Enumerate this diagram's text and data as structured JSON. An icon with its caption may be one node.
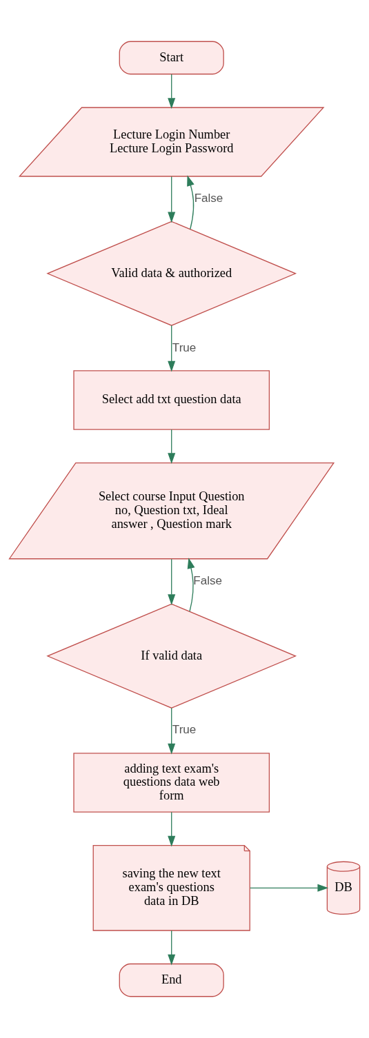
{
  "diagram": {
    "nodes": [
      {
        "text": [
          "Start"
        ]
      },
      {
        "text": [
          "Lecture Login Number Lecture Login Password"
        ]
      },
      {
        "text": [
          "Valid data & authorized"
        ]
      },
      {
        "text": [
          "Select add txt question data"
        ]
      },
      {
        "text": [
          "Select course Input Question no, Question txt, Ideal answer , Question mark"
        ]
      },
      {
        "text": [
          "If valid data"
        ]
      },
      {
        "text": [
          "adding text exam's questions data web form"
        ]
      },
      {
        "text": [
          "saving the new text exam's questions data in DB"
        ]
      },
      {
        "text": [
          "DB"
        ]
      },
      {
        "text": [
          "End"
        ]
      }
    ],
    "edges": [
      {
        "from": 0,
        "to": 1,
        "arrow": "to"
      },
      {
        "from": 1,
        "to": 2,
        "arrow": "to"
      },
      {
        "from": 2,
        "to": 1,
        "arrow": "to",
        "label": "False"
      },
      {
        "from": 2,
        "to": 3,
        "arrow": "to",
        "label": "True"
      },
      {
        "from": 3,
        "to": 4,
        "arrow": "to"
      },
      {
        "from": 4,
        "to": 5,
        "arrow": "to"
      },
      {
        "from": 5,
        "to": 4,
        "arrow": "to",
        "label": "False"
      },
      {
        "from": 5,
        "to": 6,
        "arrow": "to",
        "label": "True"
      },
      {
        "from": 6,
        "to": 7,
        "arrow": "to"
      },
      {
        "from": 7,
        "to": 8,
        "arrow": "to"
      },
      {
        "from": 7,
        "to": 9,
        "arrow": "to"
      }
    ]
  }
}
